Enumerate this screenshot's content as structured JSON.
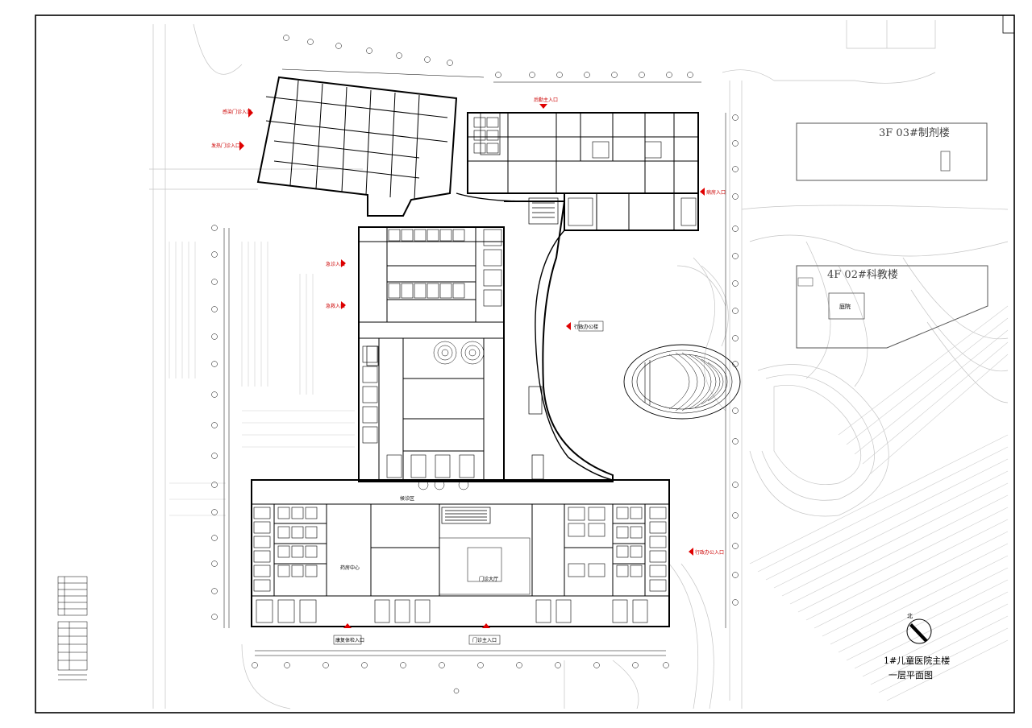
{
  "drawing": {
    "title_line1": "1#儿童医院主楼",
    "title_line2": "一层平面图",
    "north_label": "北"
  },
  "neighbors": {
    "pharmacy": "3F 03#制剂楼",
    "teaching": "4F 02#科教楼",
    "courtyard": "庭院"
  },
  "entrances": {
    "infection": "感染门诊入口",
    "fever": "发热门诊入口",
    "logistics": "后勤主入口",
    "ward": "病房入口",
    "emergency": "急诊入口",
    "rescue": "急救入口",
    "admin_building": "行政办公楼",
    "admin_office": "行政办公入口",
    "rehab": "康复体检入口",
    "outpatient": "门诊主入口"
  },
  "interior_labels": {
    "hall": "门诊大厅",
    "pharmacy_hall": "药房中心",
    "waiting": "候诊区"
  },
  "colors": {
    "ink": "#000000",
    "entry_arrow": "#e00000",
    "site": "#bdbdbd"
  }
}
